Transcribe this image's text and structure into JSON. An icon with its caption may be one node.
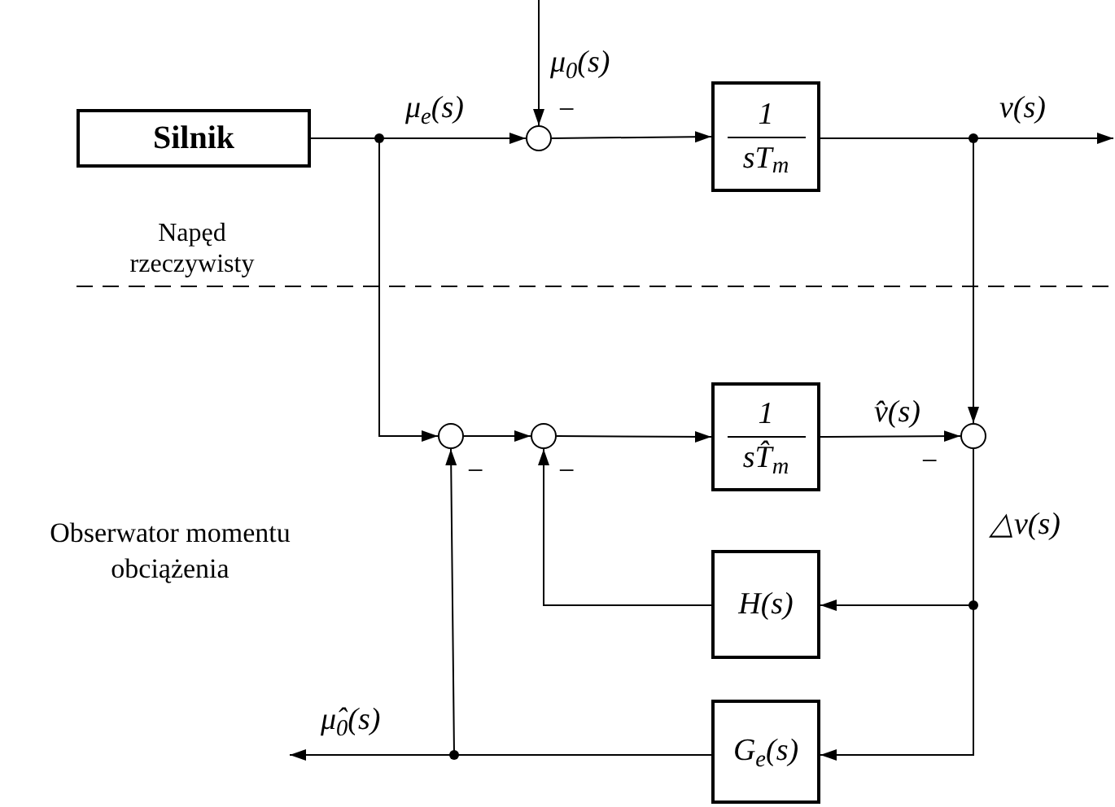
{
  "diagram": {
    "nodes": [
      {
        "text": [
          "Silnik"
        ]
      },
      {
        "text": [],
        "shape": "circle"
      },
      {
        "text": [
          "1",
          "sT$_{m}$"
        ]
      },
      {
        "text": [],
        "shape": "circle"
      },
      {
        "text": [],
        "shape": "circle"
      },
      {
        "text": [
          "1",
          "sT̂$_{m}$"
        ]
      },
      {
        "text": [],
        "shape": "circle"
      },
      {
        "text": [
          "H(s)"
        ]
      },
      {
        "text": [
          "G$_{e}$(s)"
        ]
      }
    ],
    "edges": [
      {
        "from": 0,
        "to": 1,
        "arrow": "to",
        "label": "μ$_{e}$(s)"
      },
      {
        "from": 0,
        "to": 3,
        "arrow": "to"
      },
      {
        "from": 1,
        "to": 2,
        "arrow": "to"
      },
      {
        "from": null,
        "to": 1,
        "arrow": "to",
        "label": "μ$_{0}$(s)"
      },
      {
        "from": 2,
        "to": null,
        "arrow": "to",
        "label": "v(s)"
      },
      {
        "from": 2,
        "to": 6,
        "arrow": "to"
      },
      {
        "from": 3,
        "to": 4,
        "arrow": "to"
      },
      {
        "from": 4,
        "to": 5,
        "arrow": "to"
      },
      {
        "from": 5,
        "to": 6,
        "arrow": "to",
        "label": "v̂(s)"
      },
      {
        "from": 6,
        "to": 7,
        "arrow": "to",
        "label": "△v(s)"
      },
      {
        "from": 6,
        "to": 8,
        "arrow": "to"
      },
      {
        "from": 7,
        "to": 4,
        "arrow": "to"
      },
      {
        "from": 8,
        "to": 3,
        "arrow": "to"
      },
      {
        "from": 8,
        "to": null,
        "arrow": "to",
        "label": "μ̂$_{0}$(s)"
      }
    ],
    "labels": [
      "−",
      "Napęd rzeczywisty",
      "−",
      "−",
      "−",
      "Obserwator momentu obciążenia"
    ]
  }
}
